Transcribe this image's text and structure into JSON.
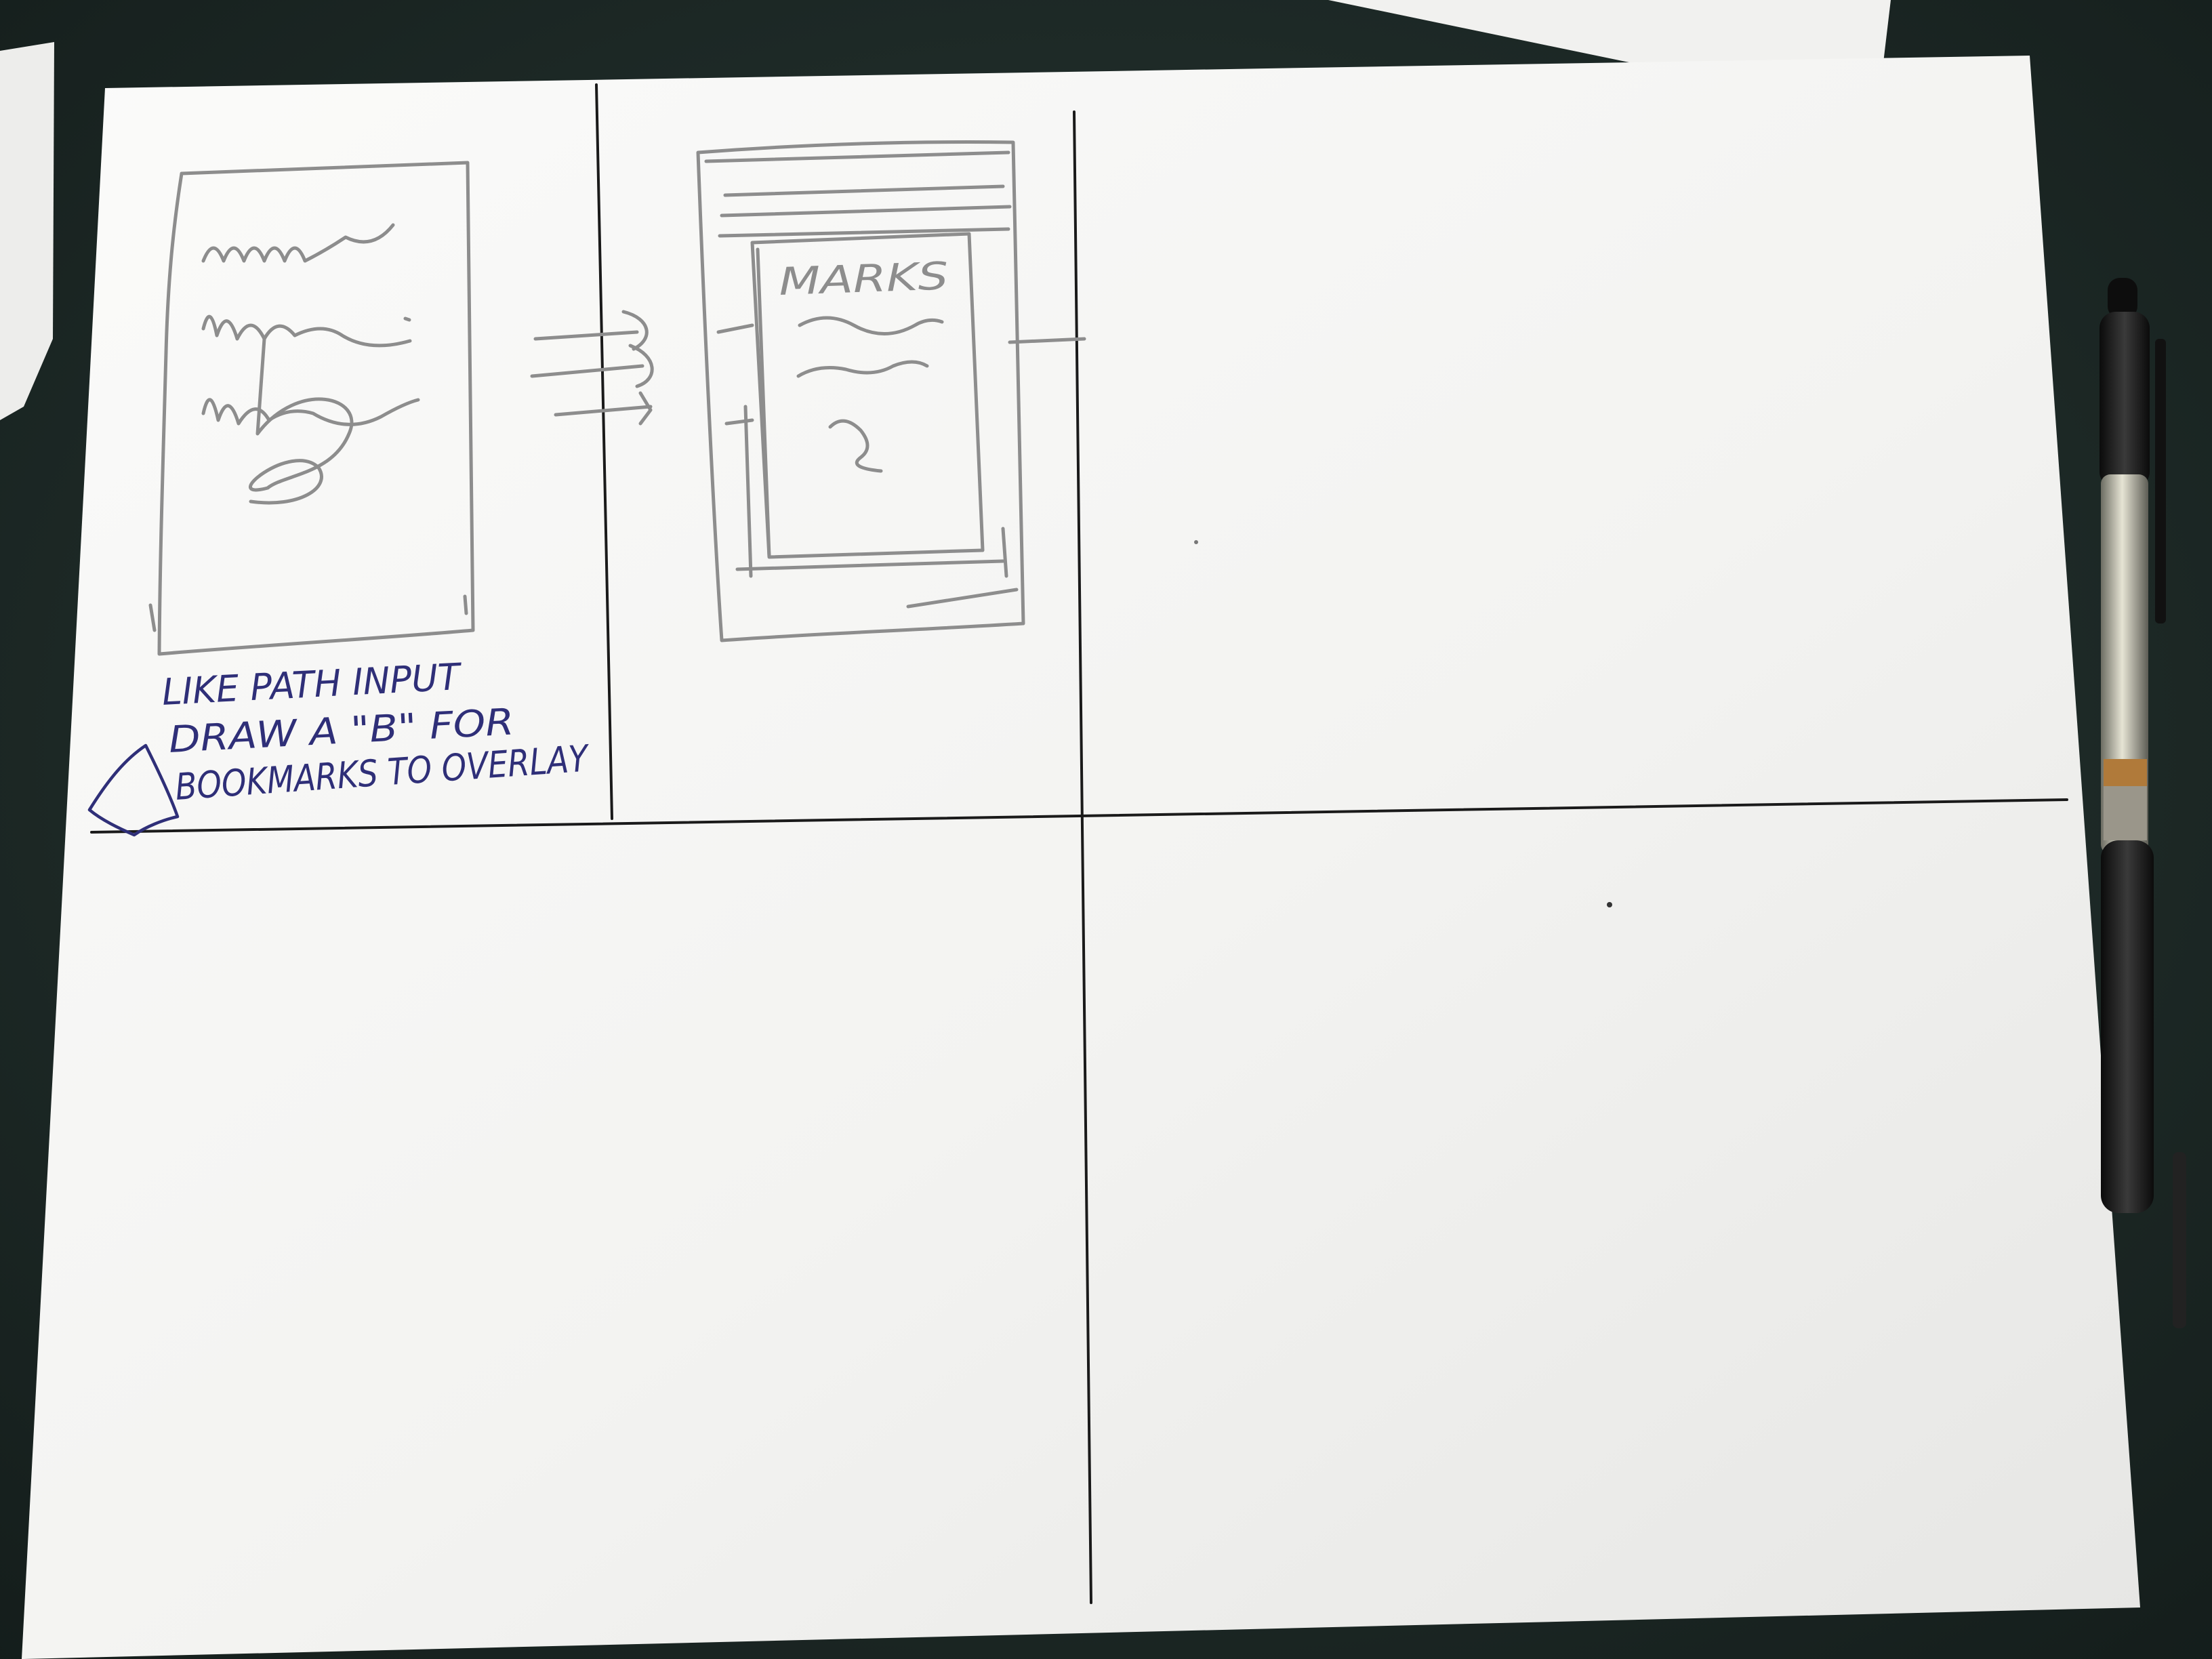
{
  "sketch": {
    "panel_1": {
      "caption_lines": [
        "LIKE PATH INPUT",
        "DRAW A \"B\" FOR",
        "BOOKMARKS TO OVERLAY"
      ]
    },
    "panel_2": {
      "overlay_title": "MARKS"
    }
  },
  "colors": {
    "desk": "#1e2b28",
    "paper": "#f4f4f2",
    "pencil": "#8d8d8d",
    "ink": "#2f2f78",
    "divider": "#1a1a1a"
  },
  "icons": {
    "arrows": "swipe-arrows-icon",
    "diamond": "diamond-icon",
    "pen": "pen-icon"
  }
}
